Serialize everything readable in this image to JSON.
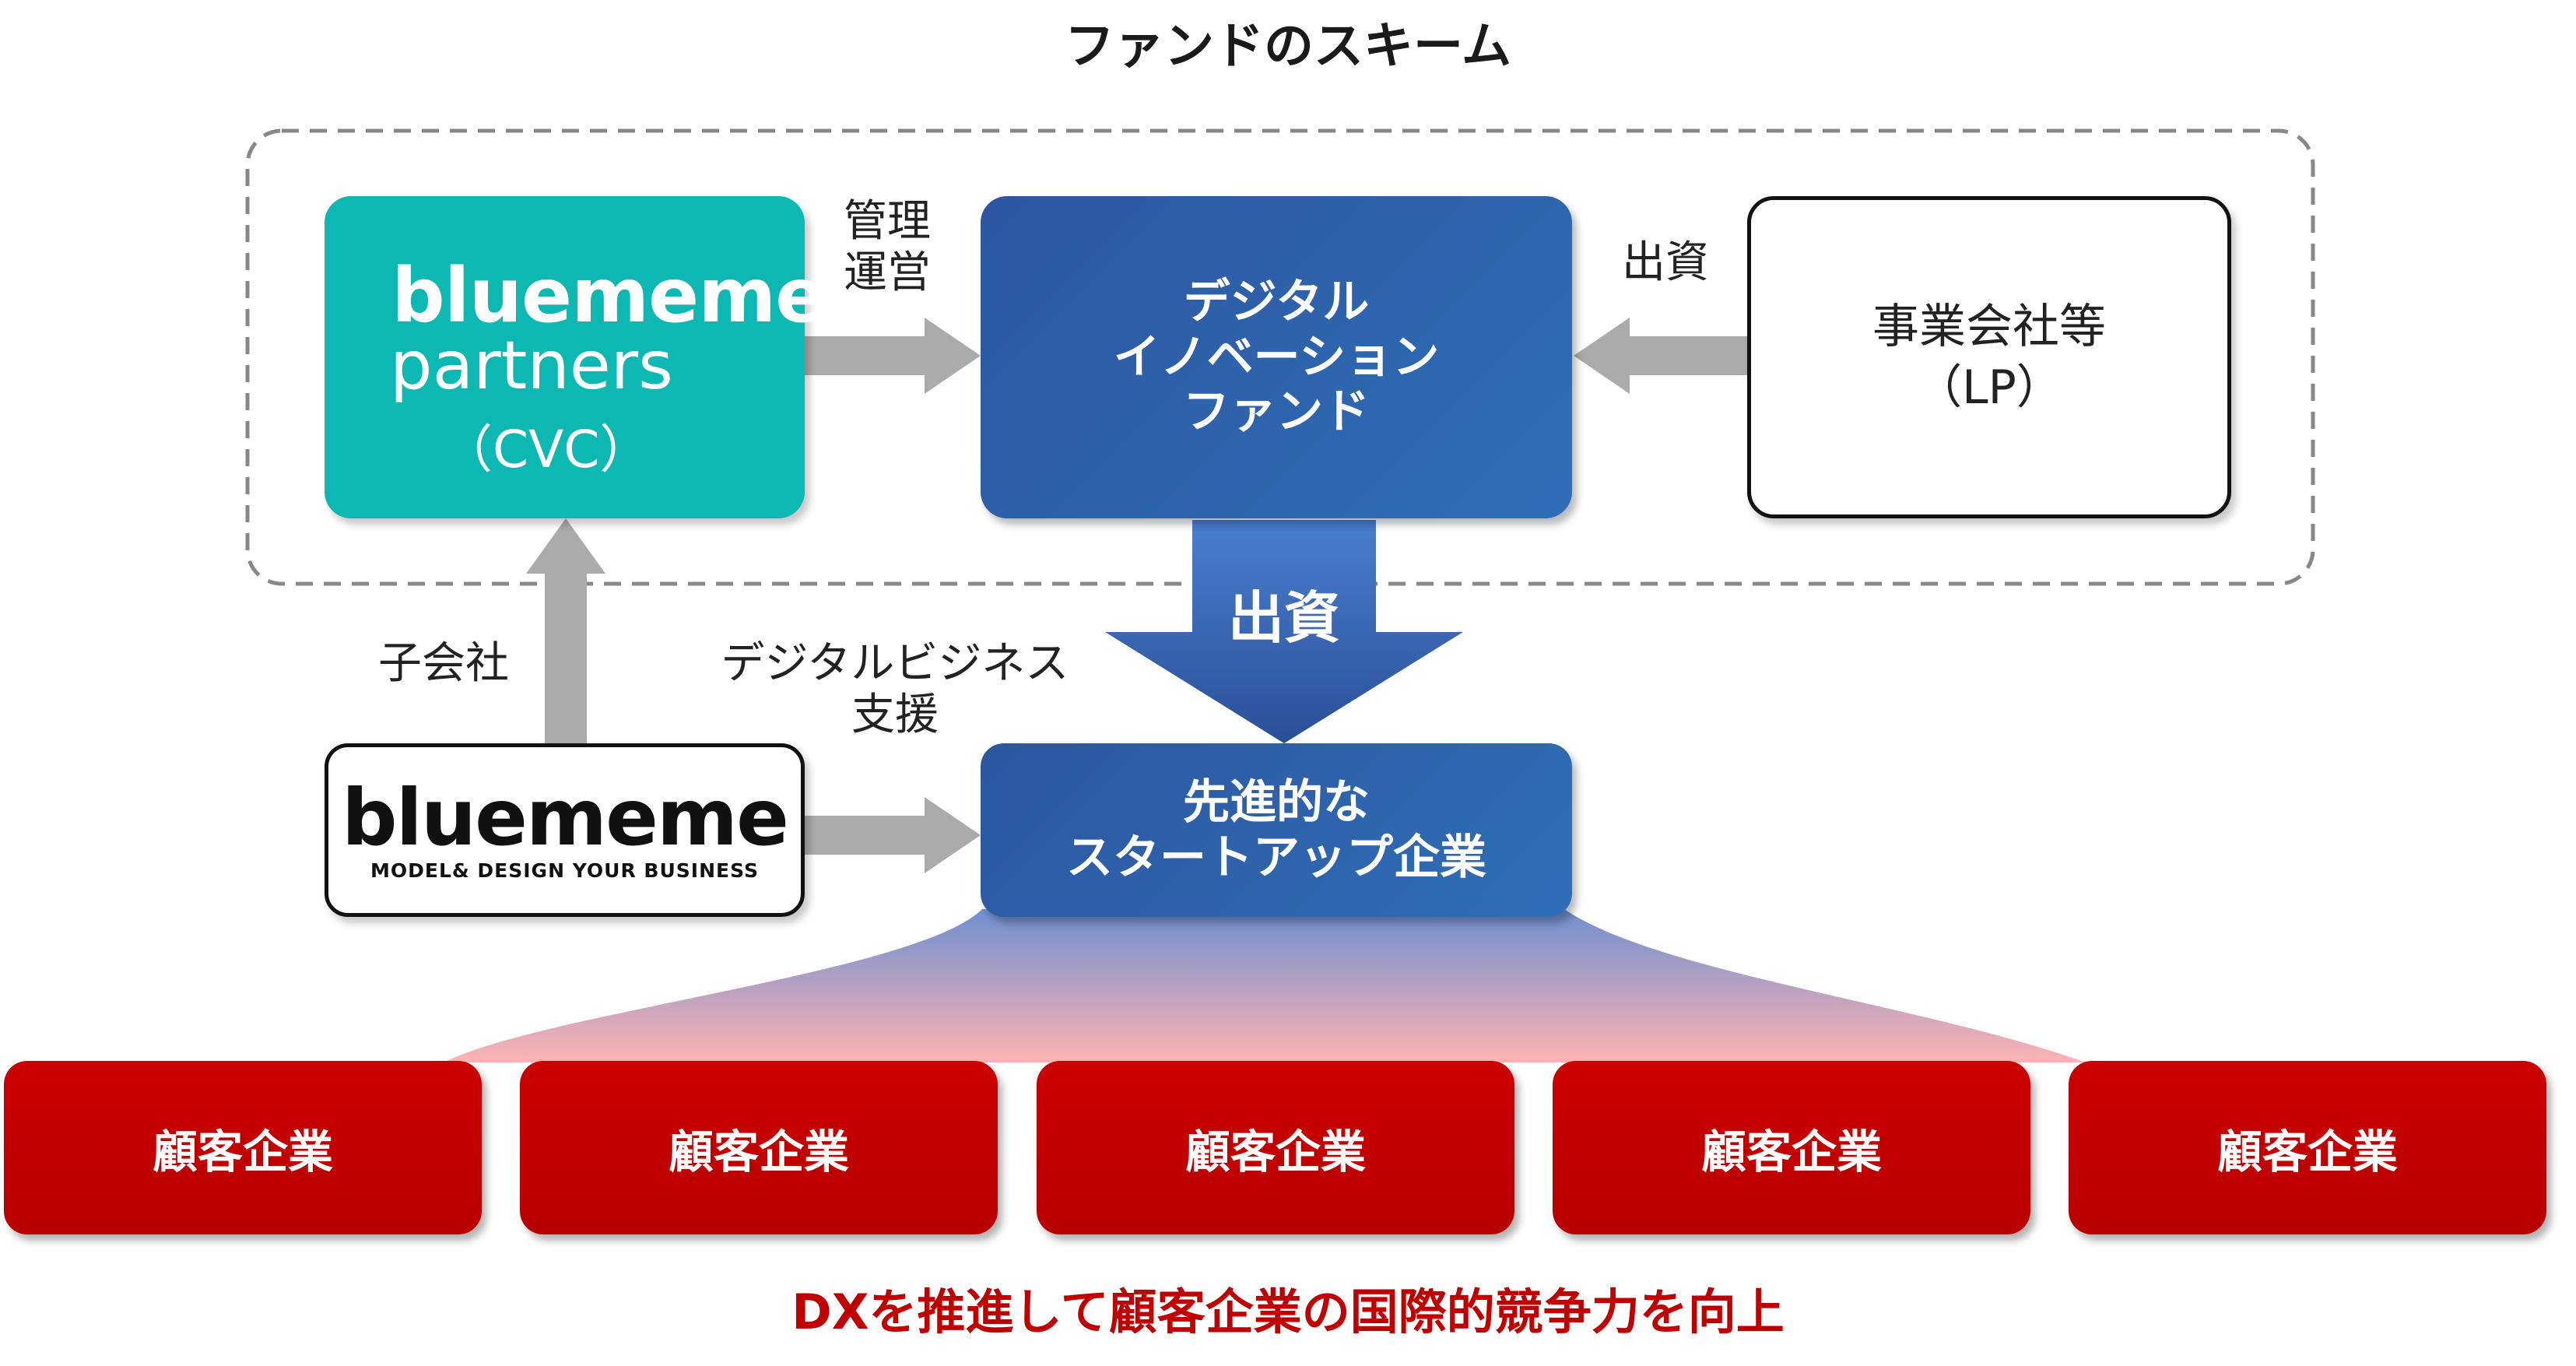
{
  "title": "ファンドのスキーム",
  "cvc": {
    "brand": "bluememe",
    "sub": "partners",
    "tag": "（CVC）"
  },
  "fund": {
    "lines": [
      "デジタル",
      "イノベーション",
      "ファンド"
    ]
  },
  "lp": {
    "lines": [
      "事業会社等",
      "（LP）"
    ]
  },
  "startup": {
    "lines": [
      "先進的な",
      "スタートアップ企業"
    ]
  },
  "parent": {
    "brand": "bluememe",
    "tagline": "MODEL& DESIGN YOUR BUSINESS"
  },
  "labels": {
    "management": [
      "管理",
      "運営"
    ],
    "investment_lp": "出資",
    "investment_main": "出資",
    "subsidiary": "子会社",
    "digital_support": [
      "デジタルビジネス",
      "支援"
    ]
  },
  "customers": [
    "顧客企業",
    "顧客企業",
    "顧客企業",
    "顧客企業",
    "顧客企業"
  ],
  "goal": "DXを推進して顧客企業の国際的競争力を向上",
  "colors": {
    "teal": "#0db8b2",
    "blue": "#2f63ab",
    "red": "#c00000",
    "arrow_gray": "#ababab"
  }
}
